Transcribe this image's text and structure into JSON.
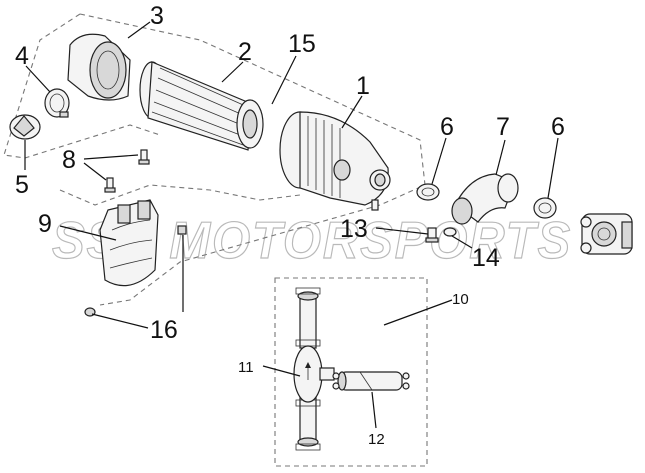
{
  "watermark": "SSP MOTORSPORTS",
  "callouts": [
    {
      "id": "c1",
      "text": "1"
    },
    {
      "id": "c2",
      "text": "2"
    },
    {
      "id": "c3",
      "text": "3"
    },
    {
      "id": "c4",
      "text": "4"
    },
    {
      "id": "c5",
      "text": "5"
    },
    {
      "id": "c6a",
      "text": "6"
    },
    {
      "id": "c6b",
      "text": "6"
    },
    {
      "id": "c7",
      "text": "7"
    },
    {
      "id": "c8",
      "text": "8"
    },
    {
      "id": "c9",
      "text": "9"
    },
    {
      "id": "c10",
      "text": "10"
    },
    {
      "id": "c11",
      "text": "11"
    },
    {
      "id": "c12",
      "text": "12"
    },
    {
      "id": "c13",
      "text": "13"
    },
    {
      "id": "c14",
      "text": "14"
    },
    {
      "id": "c15",
      "text": "15"
    },
    {
      "id": "c16",
      "text": "16"
    }
  ]
}
